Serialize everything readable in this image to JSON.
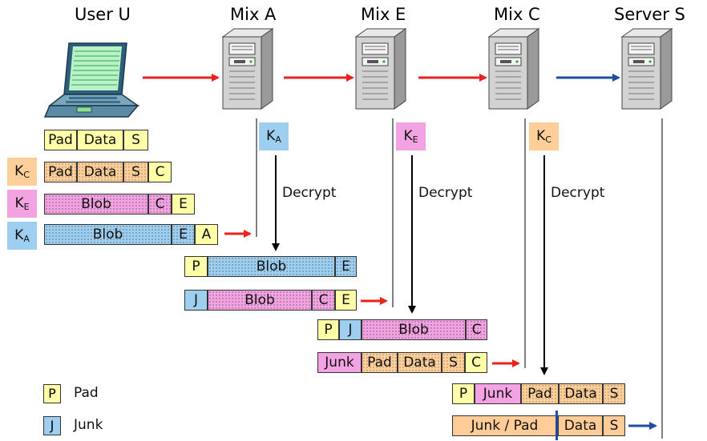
{
  "nodes": {
    "user": "User U",
    "mix_a": "Mix A",
    "mix_e": "Mix E",
    "mix_c": "Mix C",
    "server": "Server S"
  },
  "keys": {
    "k_a": {
      "base": "K",
      "sub": "A"
    },
    "k_e": {
      "base": "K",
      "sub": "E"
    },
    "k_c": {
      "base": "K",
      "sub": "C"
    }
  },
  "decrypt_label": "Decrypt",
  "cells": {
    "pad": "Pad",
    "data": "Data",
    "s": "S",
    "c": "C",
    "e": "E",
    "a": "A",
    "p": "P",
    "j": "J",
    "blob": "Blob",
    "junk": "Junk",
    "junk_pad": "Junk / Pad"
  },
  "legend": [
    {
      "code": "P",
      "label": "Pad"
    },
    {
      "code": "J",
      "label": "Junk"
    }
  ],
  "colors": {
    "hop_arrow": "#e8221c",
    "server_arrow": "#1f4ea0",
    "key_a": "#9fcff0",
    "key_e": "#f3a3e2",
    "key_c": "#ffcf9a",
    "pad_yellow": "#ffffa8"
  }
}
